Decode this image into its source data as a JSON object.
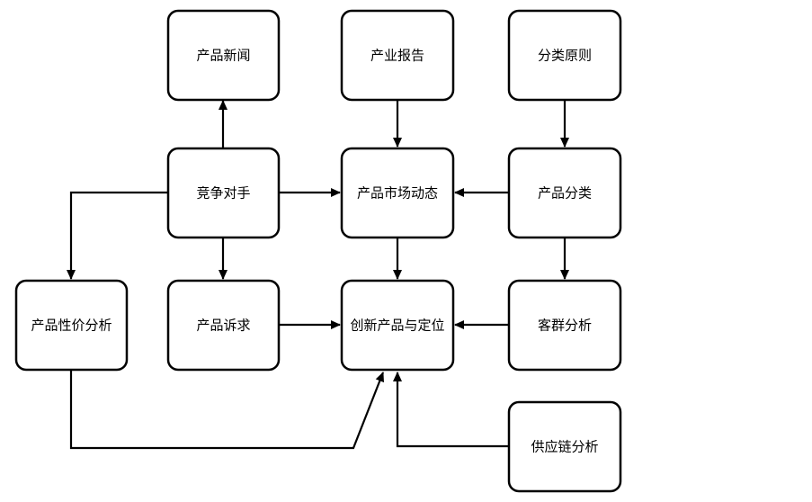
{
  "diagram": {
    "nodes": {
      "product_news": "产品新闻",
      "industry_report": "产业报告",
      "classification_principle": "分类原则",
      "competitors": "竞争对手",
      "product_market_trends": "产品市场动态",
      "product_classification": "产品分类",
      "price_performance_analysis": "产品性价分析",
      "product_demands": "产品诉求",
      "innovation_positioning": "创新产品与定位",
      "customer_group_analysis": "客群分析",
      "supply_chain_analysis": "供应链分析"
    },
    "edges": [
      {
        "from": "competitors",
        "to": "product_news"
      },
      {
        "from": "industry_report",
        "to": "product_market_trends"
      },
      {
        "from": "classification_principle",
        "to": "product_classification"
      },
      {
        "from": "competitors",
        "to": "product_market_trends"
      },
      {
        "from": "product_classification",
        "to": "product_market_trends"
      },
      {
        "from": "competitors",
        "to": "price_performance_analysis"
      },
      {
        "from": "competitors",
        "to": "product_demands"
      },
      {
        "from": "product_market_trends",
        "to": "innovation_positioning"
      },
      {
        "from": "product_classification",
        "to": "customer_group_analysis"
      },
      {
        "from": "product_demands",
        "to": "innovation_positioning"
      },
      {
        "from": "customer_group_analysis",
        "to": "innovation_positioning"
      },
      {
        "from": "price_performance_analysis",
        "to": "innovation_positioning"
      },
      {
        "from": "supply_chain_analysis",
        "to": "innovation_positioning"
      }
    ]
  }
}
